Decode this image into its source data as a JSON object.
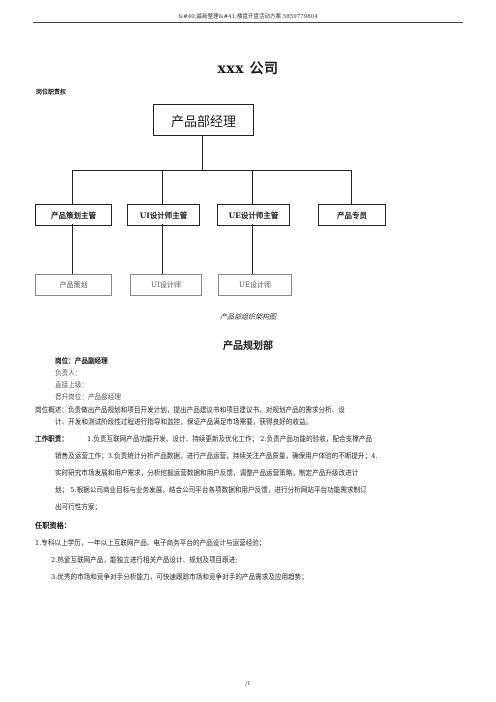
{
  "header": {
    "text": "&#40;最新整理&#41;楼盘开盘活动方案 5859779804"
  },
  "title": "xxx 公司",
  "section_label": "岗位职责权",
  "org_chart": {
    "top": "产品部经理",
    "managers": [
      "产品策划主管",
      "UI设计师主管",
      "UE设计师主管",
      "产品专员"
    ],
    "staff": [
      "产品策划",
      "UI设计师",
      "UE设计师"
    ],
    "caption": "产品部组织架构图"
  },
  "department": "产品规划部",
  "position": {
    "label": "岗位：产品副经理",
    "owner": "负责人：",
    "superior": "直接上级：",
    "promotion": "晋升岗位：产品部经理",
    "overview_1": "岗位概述：负责做出产品规划和项目开发计划，提出产品建议书和项目建议书，对规划产品的需求分析、设",
    "overview_2": "计、开发和测试阶段性过程进行指导和监控，保证产品满足市场需要，获得良好的收益。"
  },
  "duties": {
    "label": "工作职责：",
    "line_1": "1.负责互联网产品功能开发、设计、持续更新及优化工作； 2.负责产品功能的验收，配合支撑产品",
    "line_2": "销售及运营工作；3.负责统计分析产品数据，进行产品运营，持续关注产品质量，确保用户体验的不断提升；4.",
    "line_3": "实时研究市场发展和用户需求，分析挖掘运营数据和用户反馈，调整产品运营策略，制定产品升级改进计",
    "line_4": "划； 5.根据公司商业目标与业务发展，结合公司平台各项数据和用户反馈，进行分析网站平台功能需求制订",
    "line_5": "出可行性方案；"
  },
  "qualifications": {
    "label": "任职资格：",
    "item_1": "1.专科以上学历，一年以上互联网产品、电子商务平台的产品设计与运营经验；",
    "item_2": "2.热爱互联网产品，能独立进行相关产品设计、规划及项目跟进;",
    "item_3": "3.优秀的市场和竞争对手分析能力，可快速跟踪市场和竞争对手的产品需求及应用趋势；"
  },
  "page_number": "/1"
}
